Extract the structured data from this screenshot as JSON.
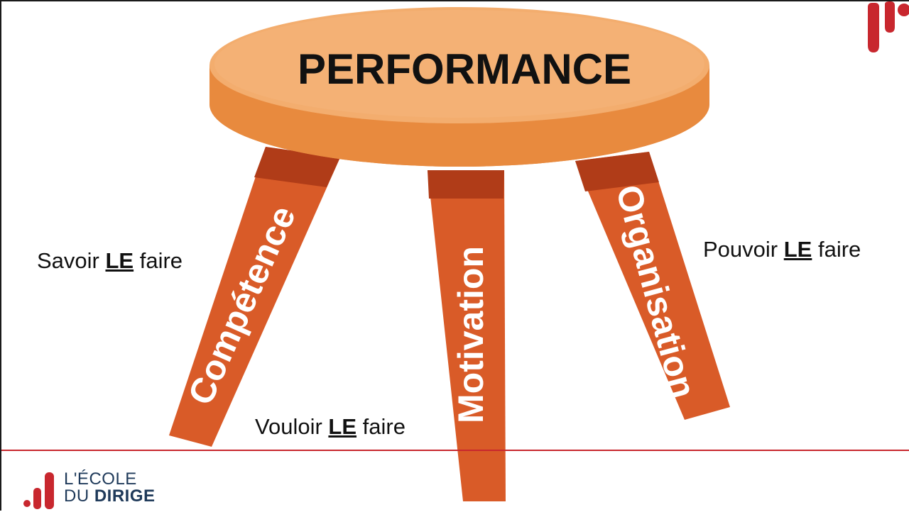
{
  "diagram": {
    "title": "PERFORMANCE",
    "legs": [
      {
        "label": "Compétence"
      },
      {
        "label": "Motivation"
      },
      {
        "label": "Organisation"
      }
    ],
    "side_labels": [
      {
        "prefix": "Savoir ",
        "strong": "LE",
        "suffix": " faire"
      },
      {
        "prefix": "Vouloir ",
        "strong": "LE",
        "suffix": " faire"
      },
      {
        "prefix": "Pouvoir ",
        "strong": "LE",
        "suffix": " faire"
      }
    ]
  },
  "logo": {
    "line1": "L'ÉCOLE",
    "line2_prefix": "DU ",
    "line2_strong": "DIRIGE"
  },
  "colors": {
    "seat_top": "#f3ad6e",
    "seat_side": "#e88a3e",
    "leg": "#d95b28",
    "leg_shadow": "#b03c18",
    "accent_red": "#c8272e",
    "logo_navy": "#1f3a5a"
  }
}
